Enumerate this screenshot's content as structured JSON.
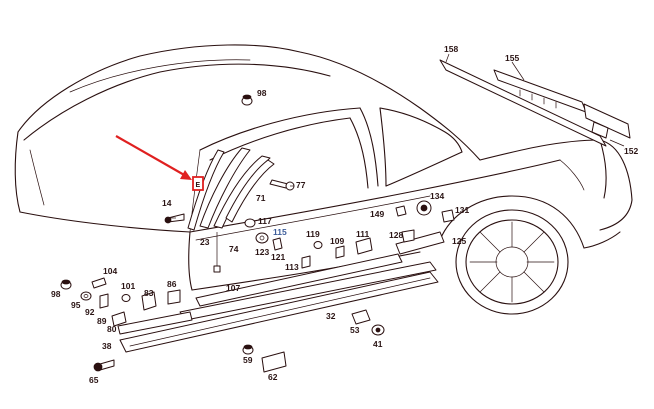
{
  "callouts": {
    "c158": "158",
    "c155": "155",
    "c152": "152",
    "c98a": "98",
    "c77": "77",
    "c14": "14",
    "c71": "71",
    "c23": "23",
    "c74": "74",
    "c117": "117",
    "c115": "115",
    "c123": "123",
    "c121": "121",
    "c113": "113",
    "c119": "119",
    "c109": "109",
    "c111": "111",
    "c149": "149",
    "c134": "134",
    "c131": "131",
    "c128": "128",
    "c125": "125",
    "c104": "104",
    "c98b": "98",
    "c95": "95",
    "c92": "92",
    "c101": "101",
    "c83": "83",
    "c86": "86",
    "c107": "107",
    "c89": "89",
    "c80": "80",
    "c32": "32",
    "c53": "53",
    "c38": "38",
    "c41": "41",
    "c59": "59",
    "c62": "62",
    "c65": "65"
  },
  "highlight_label": "E",
  "colors": {
    "ink": "#2a1010",
    "highlight": "#e02020",
    "callout_blue": "#3d5d9a"
  }
}
